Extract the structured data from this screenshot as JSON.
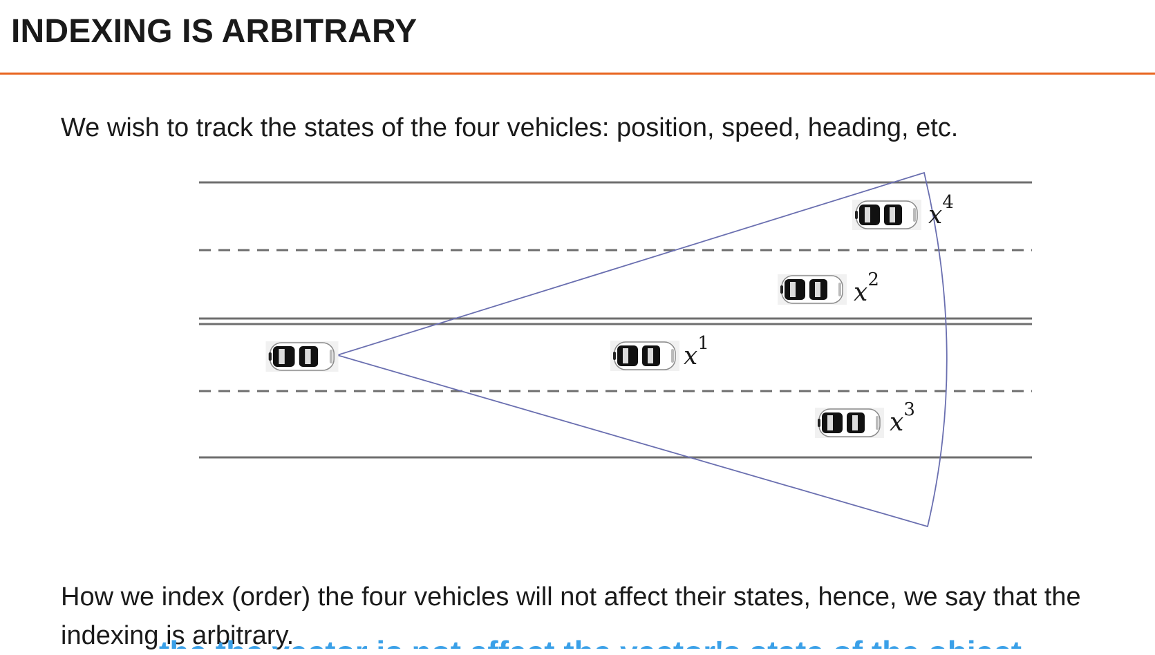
{
  "slide": {
    "title": "INDEXING IS ARBITRARY",
    "intro": "We wish to track the states of the four vehicles: position, speed, heading, etc.",
    "caption": "How we index (order) the four vehicles will not affect their states, hence, we say that the indexing is arbitrary.",
    "overlay_caption": "the the vector is not affect the vector's state of the object",
    "accent_color": "#e8641e"
  },
  "diagram": {
    "vehicles": [
      {
        "label_base": "x",
        "label_sup": "1"
      },
      {
        "label_base": "x",
        "label_sup": "2"
      },
      {
        "label_base": "x",
        "label_sup": "3"
      },
      {
        "label_base": "x",
        "label_sup": "4"
      }
    ],
    "ego_vehicle_icon": "car-top-view-icon",
    "sensor_color": "#6a6fb0"
  }
}
